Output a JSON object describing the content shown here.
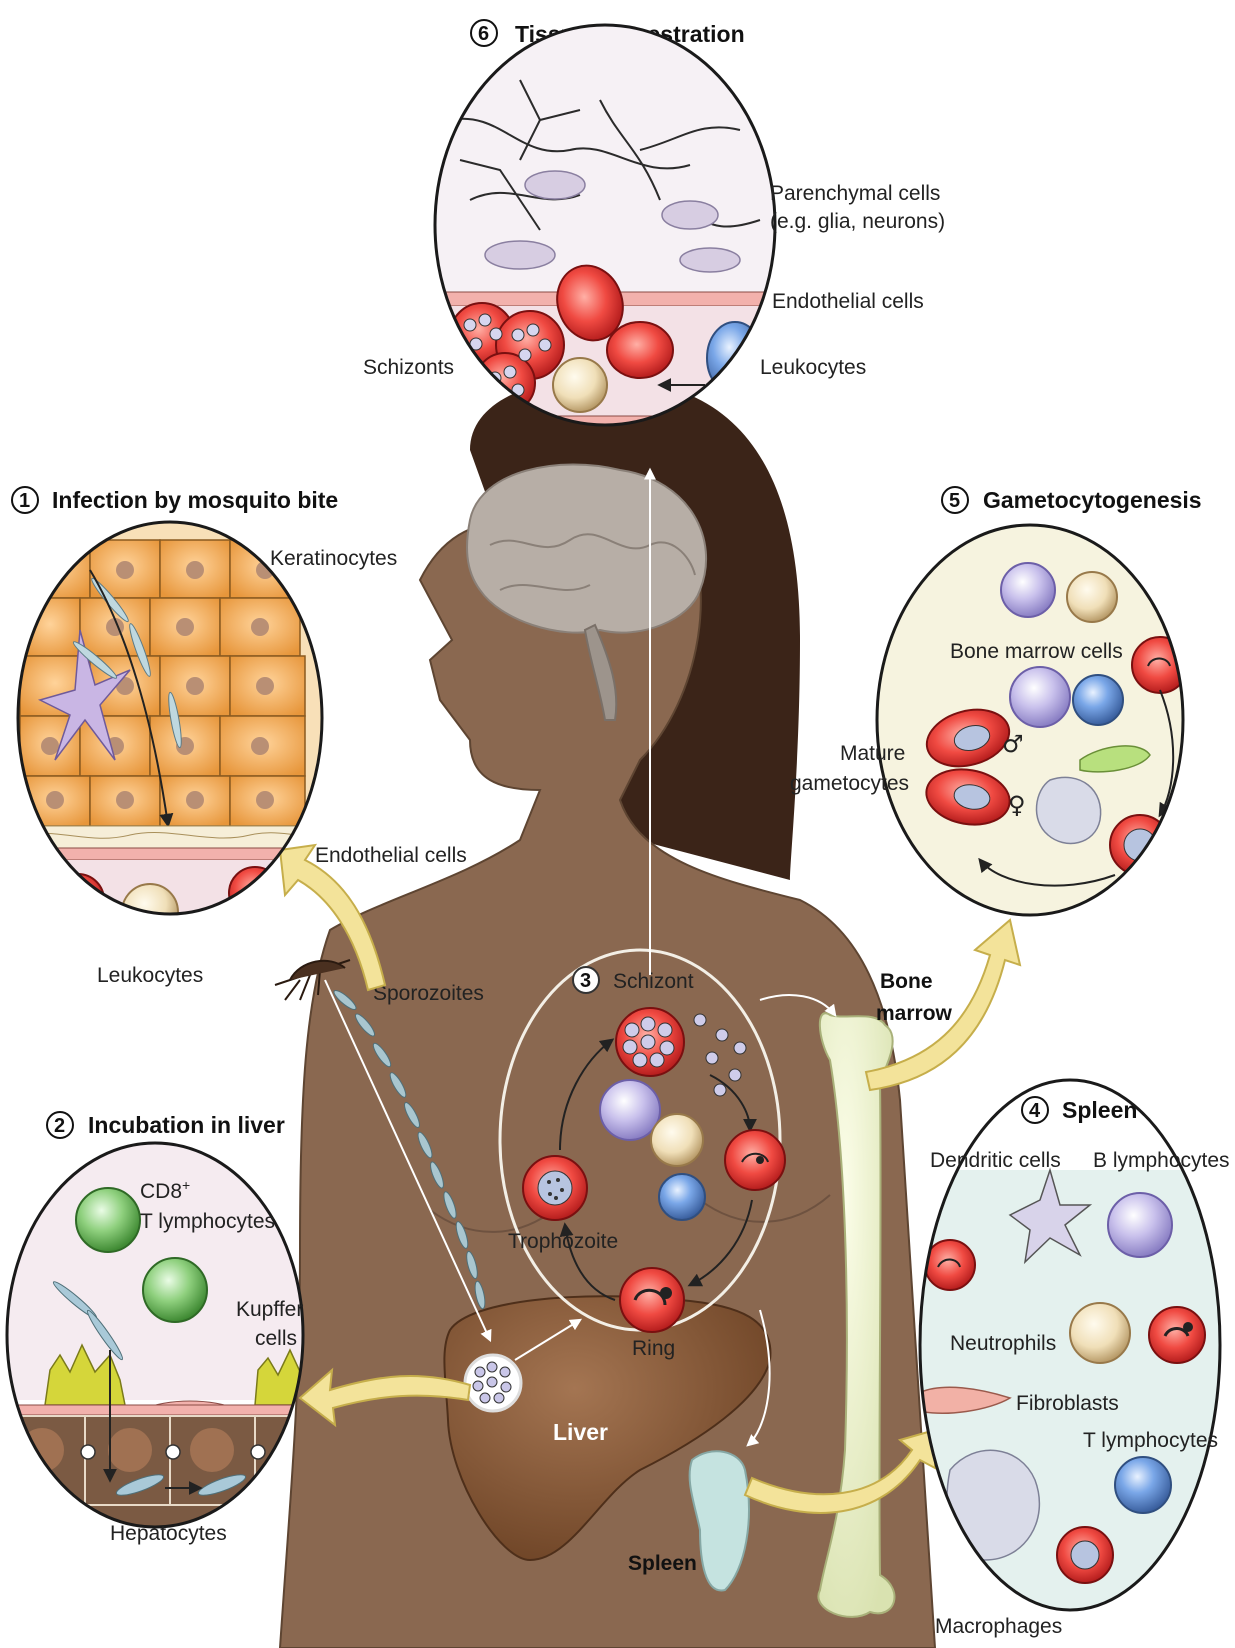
{
  "panels": {
    "p1": {
      "number": "1",
      "title": "Infection by mosquito bite",
      "keratinocytes": "Keratinocytes",
      "endothelial": "Endothelial cells",
      "leukocytes": "Leukocytes"
    },
    "p2": {
      "number": "2",
      "title": "Incubation in liver",
      "cd8": "CD8",
      "cd8_sup": "+",
      "t_lymph": "T lymphocytes",
      "kupffer_1": "Kupffer",
      "kupffer_2": "cells",
      "hepatocytes": "Hepatocytes"
    },
    "p3": {
      "number": "3",
      "schizont": "Schizont",
      "trophozoite": "Trophozoite",
      "ring": "Ring"
    },
    "p4": {
      "number": "4",
      "title": "Spleen",
      "dendritic": "Dendritic cells",
      "b_lymph": "B lymphocytes",
      "neutrophils": "Neutrophils",
      "fibroblasts": "Fibroblasts",
      "t_lymph": "T lymphocytes",
      "macrophages": "Macrophages"
    },
    "p5": {
      "number": "5",
      "title": "Gametocytogenesis",
      "bone_marrow_cells": "Bone marrow cells",
      "mature_1": "Mature",
      "mature_2": "gametocytes",
      "male": "♂",
      "female": "♀"
    },
    "p6": {
      "number": "6",
      "title": "Tissue sequestration",
      "parenchymal_1": "Parenchymal cells",
      "parenchymal_2": "(e.g. glia, neurons)",
      "endothelial": "Endothelial cells",
      "schizonts": "Schizonts",
      "leukocytes": "Leukocytes"
    }
  },
  "body_labels": {
    "sporozoites": "Sporozoites",
    "liver": "Liver",
    "spleen": "Spleen",
    "bone_1": "Bone",
    "bone_2": "marrow"
  },
  "colors": {
    "skin": "#8a6850",
    "rbc": "#e0393a",
    "arrow_yellow": "#f3e39a",
    "keratinocyte": "#f5b060"
  }
}
